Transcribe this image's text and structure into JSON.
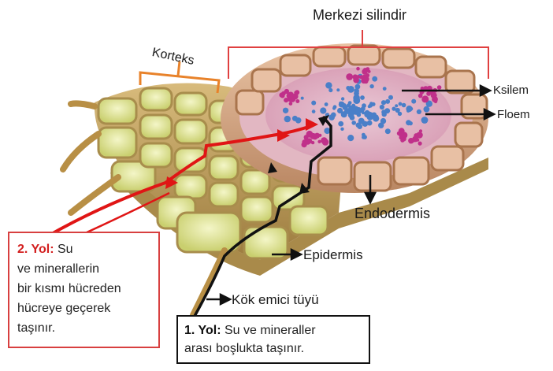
{
  "labels": {
    "merkezi_silindir": "Merkezi silindir",
    "korteks": "Korteks",
    "ksilem": "Ksilem",
    "floem": "Floem",
    "endodermis": "Endodermis",
    "epidermis": "Epidermis",
    "kok_emici_tuyu": "Kök emici tüyü"
  },
  "path2": {
    "title": "2. Yol:",
    "line1_rest": " Su",
    "line2": "ve minerallerin",
    "line3": "bir kısmı hücreden",
    "line4": "hücreye geçerek",
    "line5": "taşınır."
  },
  "path1": {
    "title": "1. Yol:",
    "line1_rest": " Su ve mineraller",
    "line2": "arası boşlukta taşınır."
  },
  "colors": {
    "red_path": "#e01515",
    "black_path": "#111111",
    "bracket_red": "#e04040",
    "bracket_orange": "#e8822a",
    "cortex_cell": "#e6e8a0",
    "cell_wall": "#c9a86a",
    "endodermis": "#d8a882",
    "stele_pink": "#e8b8c8",
    "xylem_blue": "#4a7fc8",
    "phloem_magenta": "#c0308a"
  }
}
